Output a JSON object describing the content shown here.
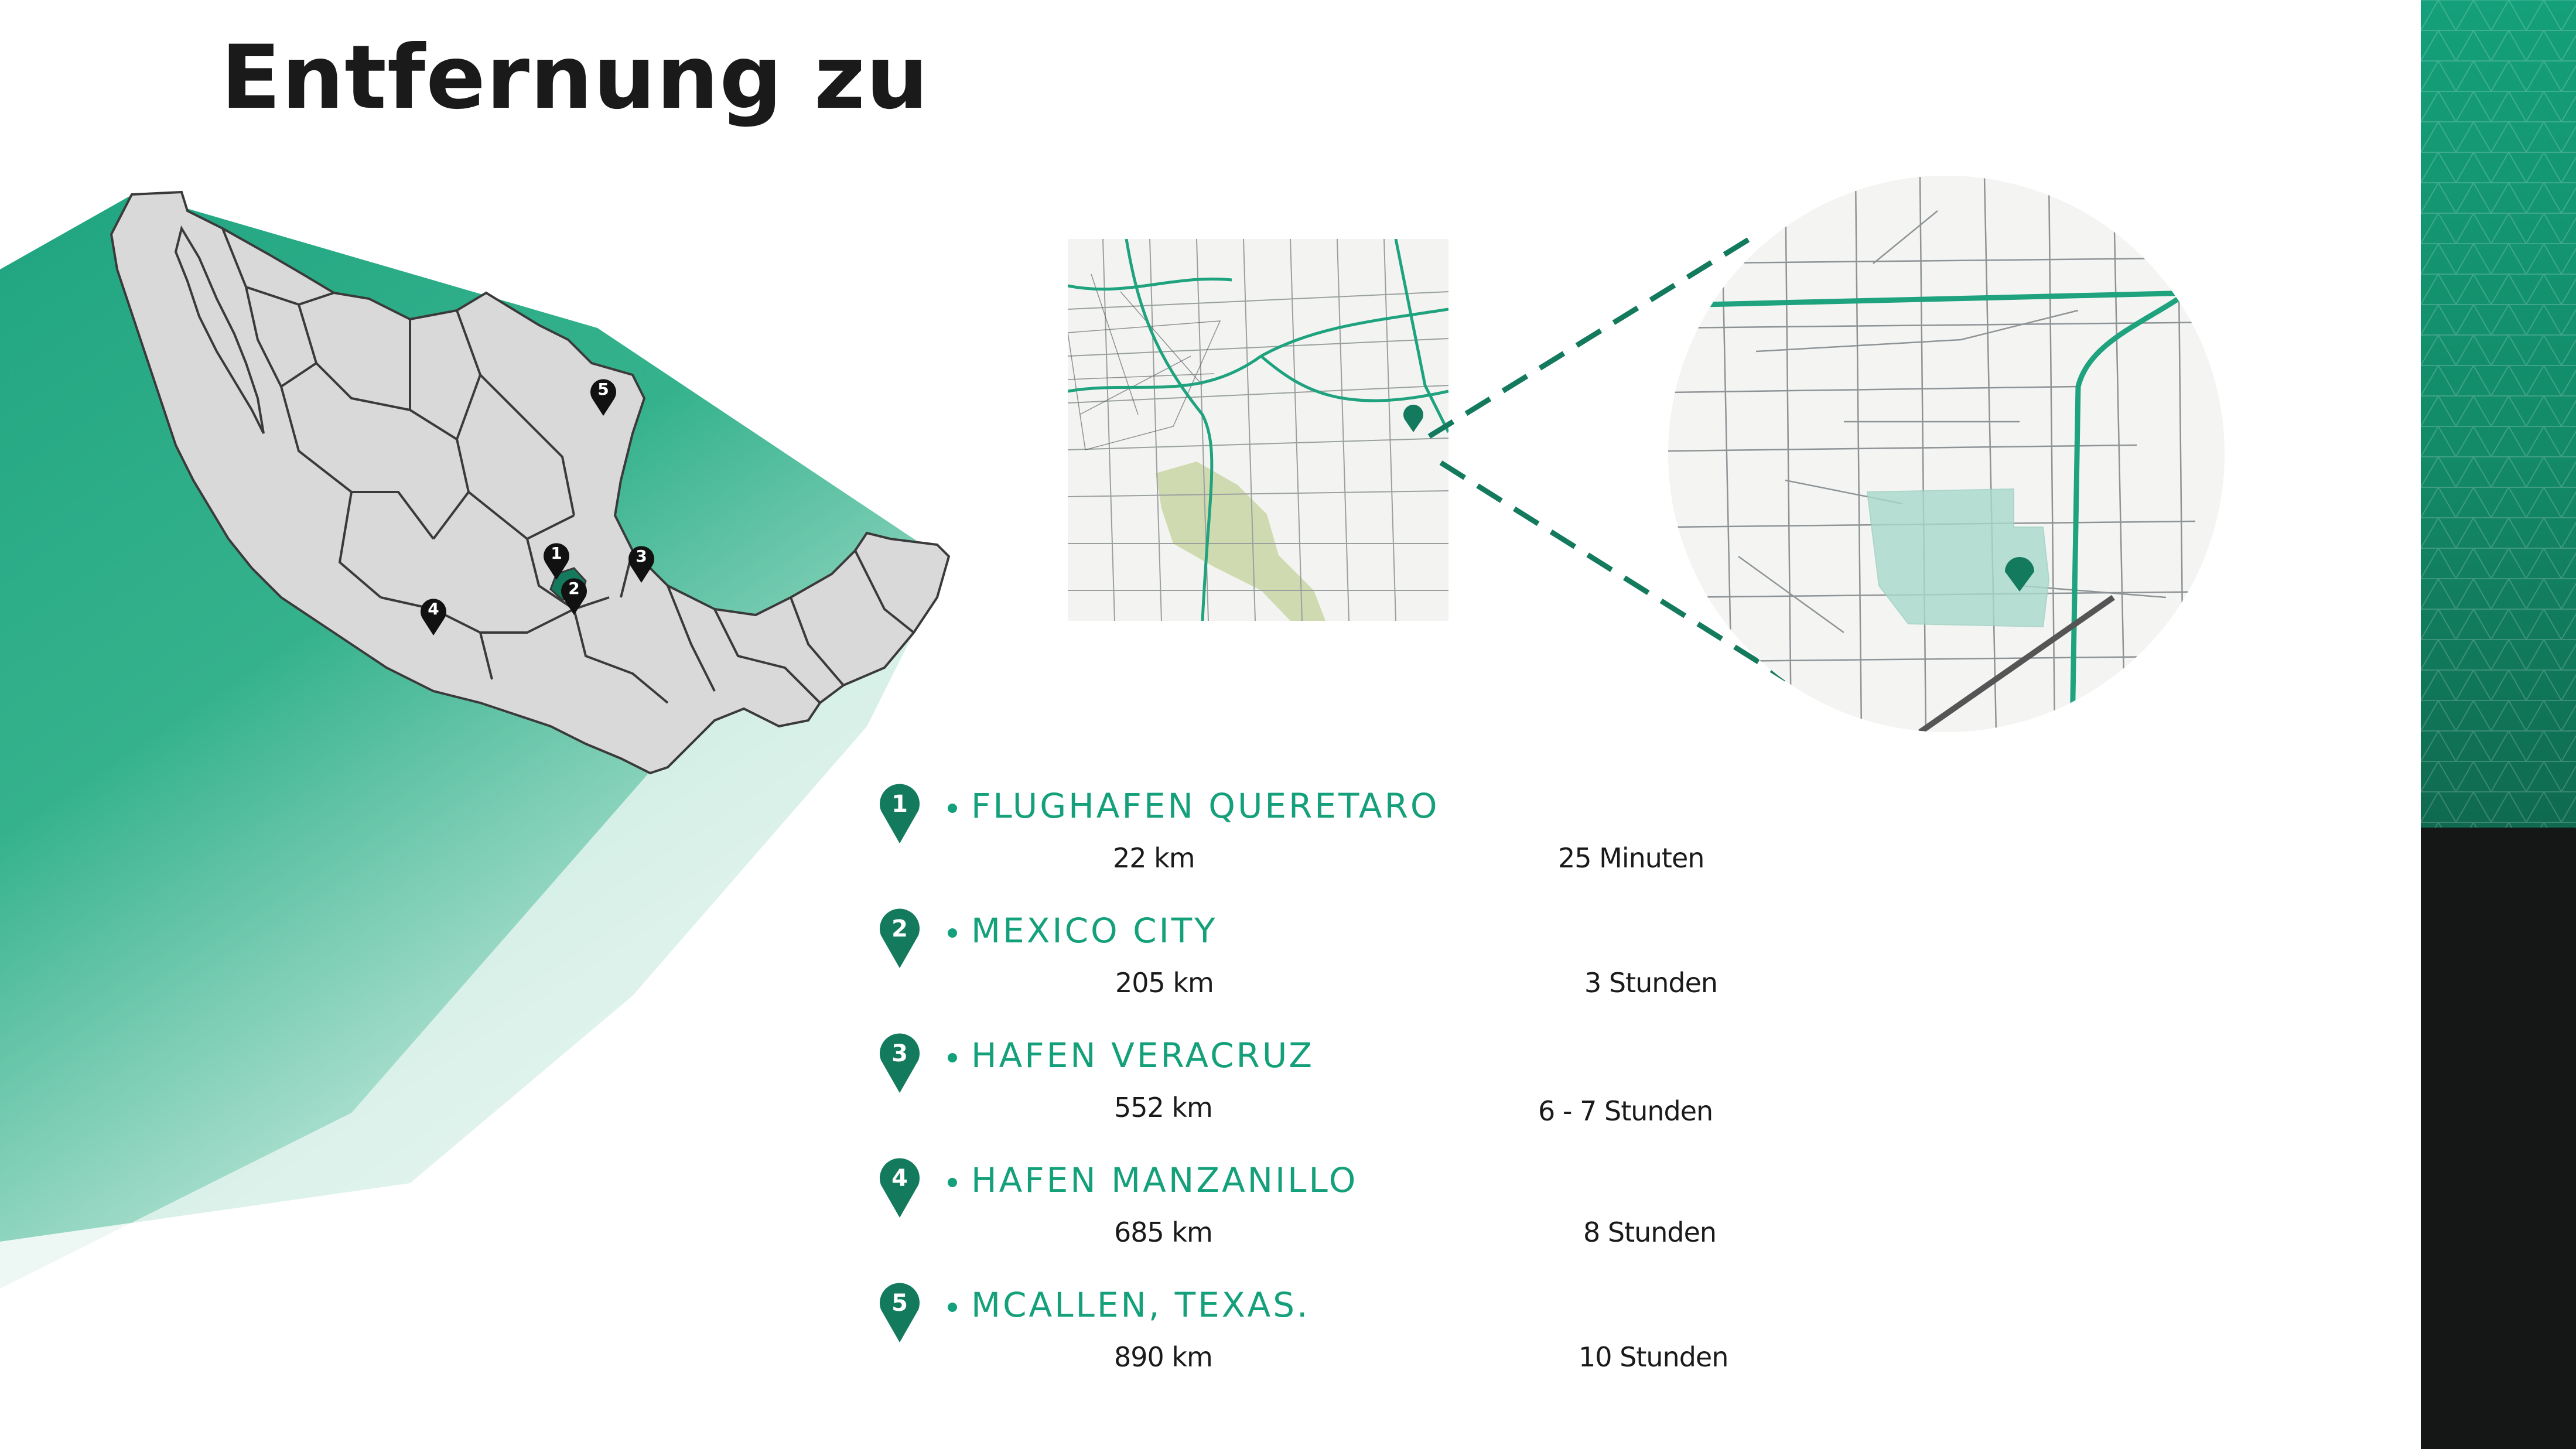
{
  "title": "Entfernung zu",
  "colors": {
    "accent": "#14a07a",
    "dark_panel": "#151616",
    "text": "#1a1a1a",
    "map_land": "#d9d9d9"
  },
  "map_markers": [
    "1",
    "2",
    "3",
    "4",
    "5"
  ],
  "destinations": [
    {
      "number": "1",
      "name": "FLUGHAFEN QUERETARO",
      "distance": "22 km",
      "time": "25 Minuten"
    },
    {
      "number": "2",
      "name": "MEXICO CITY",
      "distance": "205 km",
      "time": "3 Stunden"
    },
    {
      "number": "3",
      "name": "HAFEN VERACRUZ",
      "distance": "552 km",
      "time": "6 - 7 Stunden"
    },
    {
      "number": "4",
      "name": "HAFEN MANZANILLO",
      "distance": "685 km",
      "time": "8 Stunden"
    },
    {
      "number": "5",
      "name": "MCALLEN, TEXAS.",
      "distance": "890 km",
      "time": "10 Stunden"
    }
  ],
  "icons": {
    "pin": "map-pin-icon"
  }
}
